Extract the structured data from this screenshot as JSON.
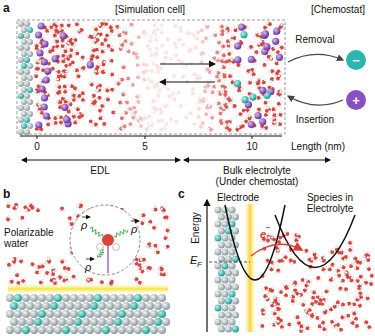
{
  "diagram": {
    "nodes": [
      {
        "text": [
          "−"
        ]
      },
      {
        "text": [
          "+"
        ]
      }
    ],
    "labels": [
      "a",
      "[Simulation cell]",
      "[Chemostat]",
      "Removal",
      "Insertion",
      "0",
      "5",
      "10",
      "Length (nm)",
      "EDL",
      "Bulk electrolyte (Under chemostat)",
      "b",
      "Polarizable water",
      "ρ",
      "ρ",
      "ρ",
      "c",
      "Energy",
      "Electrode",
      "Species in Electrolyte",
      "E",
      "F",
      "e",
      "−"
    ]
  }
}
